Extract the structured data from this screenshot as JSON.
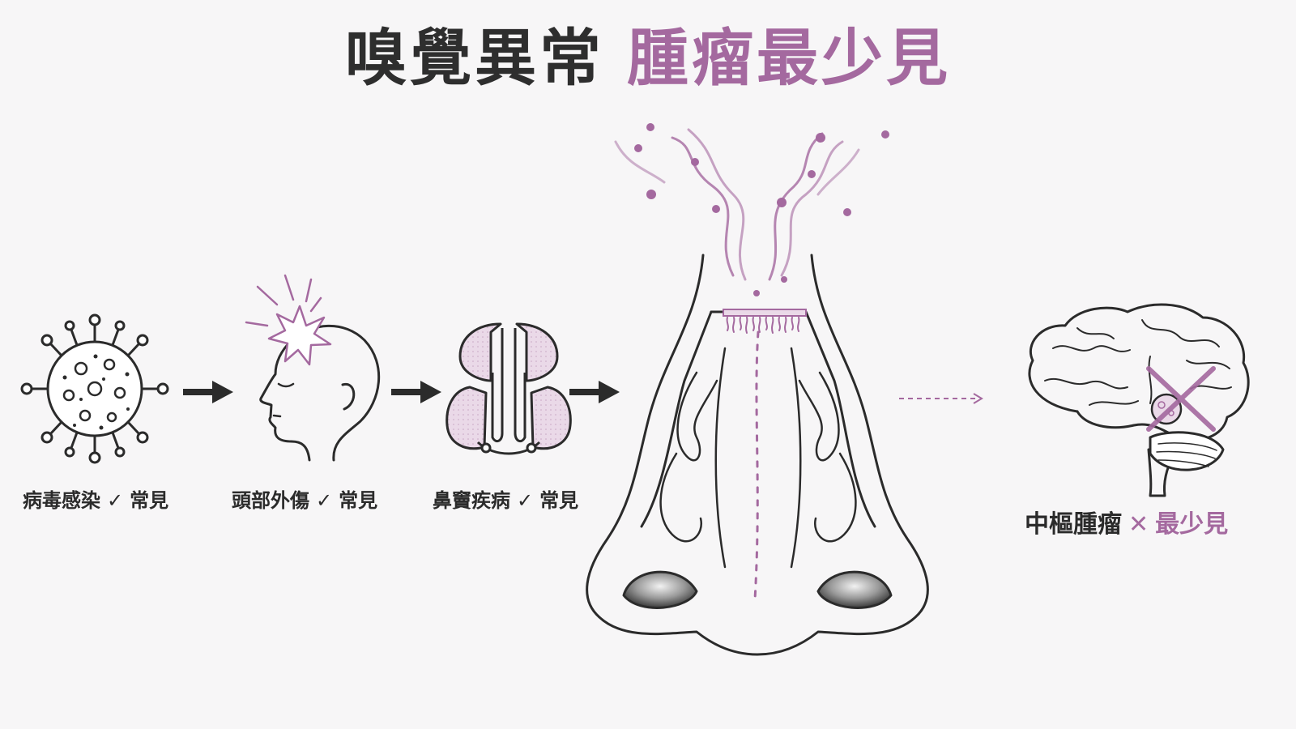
{
  "title": {
    "main": "嗅覺異常",
    "accent": "腫瘤最少見"
  },
  "causes": [
    {
      "name": "病毒感染",
      "mark": "✓",
      "status": "常見",
      "icon": "virus-icon"
    },
    {
      "name": "頭部外傷",
      "mark": "✓",
      "status": "常見",
      "icon": "head-injury-icon"
    },
    {
      "name": "鼻竇疾病",
      "mark": "✓",
      "status": "常見",
      "icon": "sinus-icon"
    }
  ],
  "tumor": {
    "name": "中樞腫瘤",
    "mark": "✕",
    "status": "最少見",
    "icon": "brain-icon"
  },
  "colors": {
    "accent": "#a4699f",
    "ink": "#2b2b2b",
    "background": "#f7f6f7"
  }
}
